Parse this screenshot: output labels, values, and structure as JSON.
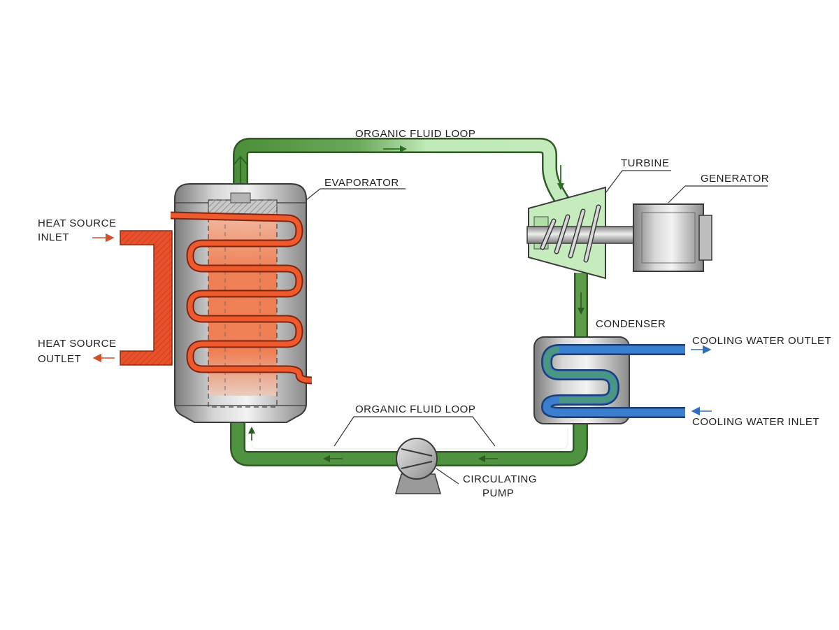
{
  "labels": {
    "organic_fluid_loop_top": "ORGANIC FLUID LOOP",
    "organic_fluid_loop_bottom": "ORGANIC FLUID LOOP",
    "evaporator": "EVAPORATOR",
    "turbine": "TURBINE",
    "generator": "GENERATOR",
    "condenser": "CONDENSER",
    "cooling_water_outlet": "COOLING WATER OUTLET",
    "cooling_water_inlet": "COOLING WATER INLET",
    "heat_source_inlet": [
      "HEAT SOURCE",
      "INLET"
    ],
    "heat_source_outlet": [
      "HEAT SOURCE",
      "OUTLET"
    ],
    "circulating_pump": [
      "CIRCULATING",
      "PUMP"
    ]
  },
  "colors": {
    "organic_fluid_hot": "#b9e8b0",
    "organic_fluid_cold": "#4c8f3a",
    "pipe_outline": "#2f5a26",
    "heat_source": "#e8512b",
    "cooling_water": "#2f6fc0",
    "vessel_gray": "#9a9a9a"
  }
}
